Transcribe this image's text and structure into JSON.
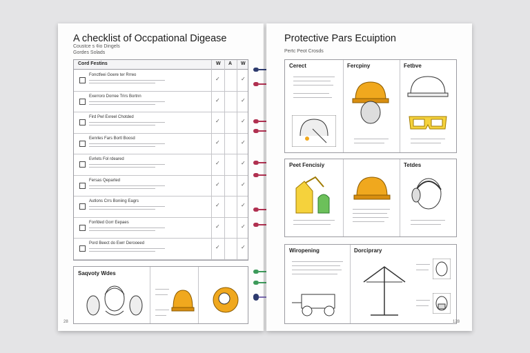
{
  "left_page": {
    "title": "A checklist of Occpational Digease",
    "subtitle_1": "Coustce s ¢io Dingels",
    "subtitle_2": "Gordes Solads",
    "table_header": {
      "label": "Cord Festins",
      "col1": "W",
      "col2": "A",
      "col3": "W"
    },
    "rows": [
      {
        "label": "Fonctfeei Goere ter Rrreo"
      },
      {
        "label": "Exerroro Dorree Trirs Bortnn"
      },
      {
        "label": "Fird Pwl Exreel Chotded"
      },
      {
        "label": "Eenrles Fars Bortl Boosd"
      },
      {
        "label": "Evrlets Fol rdeared"
      },
      {
        "label": "Fersas Qeparted"
      },
      {
        "label": "Autlons Crrs Boniing Eagrs"
      },
      {
        "label": "Fonfded Gorr Eepaes"
      },
      {
        "label": "Pord Beect do Ewrr Derooeed"
      }
    ],
    "bottom_section": {
      "title": "Saqvoty Wdes"
    },
    "page_number": "28"
  },
  "right_page": {
    "title": "Protective Pars Ecuiption",
    "subtitle": "Pertc Peot Crosds",
    "top_panel": {
      "col1": "Cerect",
      "col2": "Fercpiny",
      "col3": "Fetbve"
    },
    "middle_panel": {
      "col1": "Peet Fencisiy",
      "col3": "Tetdes"
    },
    "bottom_panel": {
      "col1": "Wiropening",
      "col2": "Dorciprary"
    },
    "page_number": "128"
  },
  "colors": {
    "navy": "#2d3a6e",
    "crimson": "#b03050",
    "green": "#3c9a5a",
    "orange": "#f0a81e",
    "yellow": "#f5d23c"
  }
}
